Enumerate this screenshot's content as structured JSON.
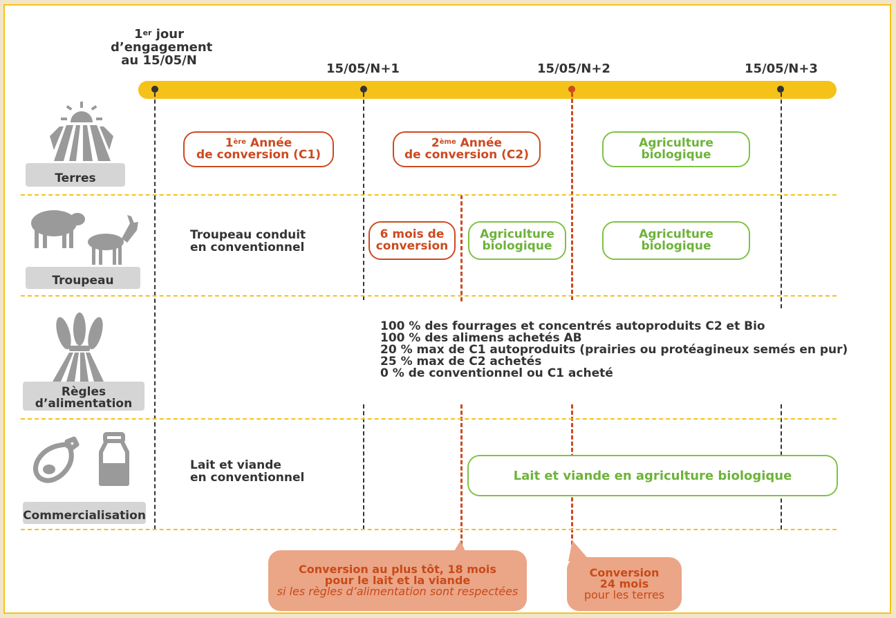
{
  "timeline": {
    "t0_line1": "1",
    "t0_sup": "er",
    "t0_line1_rest": " jour",
    "t0_line2": "d’engagement",
    "t0_line3": "au 15/05/N",
    "t1": "15/05/N+1",
    "t2": "15/05/N+2",
    "t3": "15/05/N+3",
    "bar_color": "#f5c21a",
    "marker_red": "#cc4a1f"
  },
  "categories": {
    "terres": "Terres",
    "troupeau": "Troupeau",
    "regles_line1": "Règles",
    "regles_line2": "d’alimentation",
    "commercialisation": "Commercialisation"
  },
  "terres": {
    "c1_num": "1",
    "c1_sup": "ère",
    "c1_word": " Année",
    "c1_line2": "de conversion (C1)",
    "c2_num": "2",
    "c2_sup": "ème",
    "c2_word": " Année",
    "c2_line2": "de conversion (C2)",
    "bio_line1": "Agriculture",
    "bio_line2": "biologique"
  },
  "troupeau": {
    "conv_line1": "Troupeau conduit",
    "conv_line2": "en conventionnel",
    "six_line1": "6 mois de",
    "six_line2": "conversion",
    "bio1_line1": "Agriculture",
    "bio1_line2": "biologique",
    "bio2_line1": "Agriculture",
    "bio2_line2": "biologique"
  },
  "regles": {
    "lines": [
      "100 % des fourrages et concentrés autoproduits C2 et Bio",
      "100 % des alimens achetés AB",
      "20 % max de C1 autoproduits (prairies ou protéagineux semés en pur)",
      "25 % max de C2 achetés",
      "0 % de conventionnel ou C1 acheté"
    ]
  },
  "commercialisation": {
    "conv_line1": "Lait et viande",
    "conv_line2": "en conventionnel",
    "bio": "Lait et viande en agriculture biologique"
  },
  "callouts": {
    "left_line1": "Conversion au plus tôt, 18 mois",
    "left_line2": "pour le lait et la viande",
    "left_line3": "si les règles d’alimentation sont respectées",
    "right_line1": "Conversion",
    "right_line2": "24 mois",
    "right_line3": "pour les terres"
  },
  "colors": {
    "orange": "#cc4a1f",
    "green": "#7fc242",
    "callout_bg": "#eba587",
    "border": "#f5c21a"
  },
  "icons": [
    "sun-field-icon",
    "sheep-goat-icon",
    "wheat-sheaf-icon",
    "ham-icon",
    "milk-bottle-icon"
  ]
}
